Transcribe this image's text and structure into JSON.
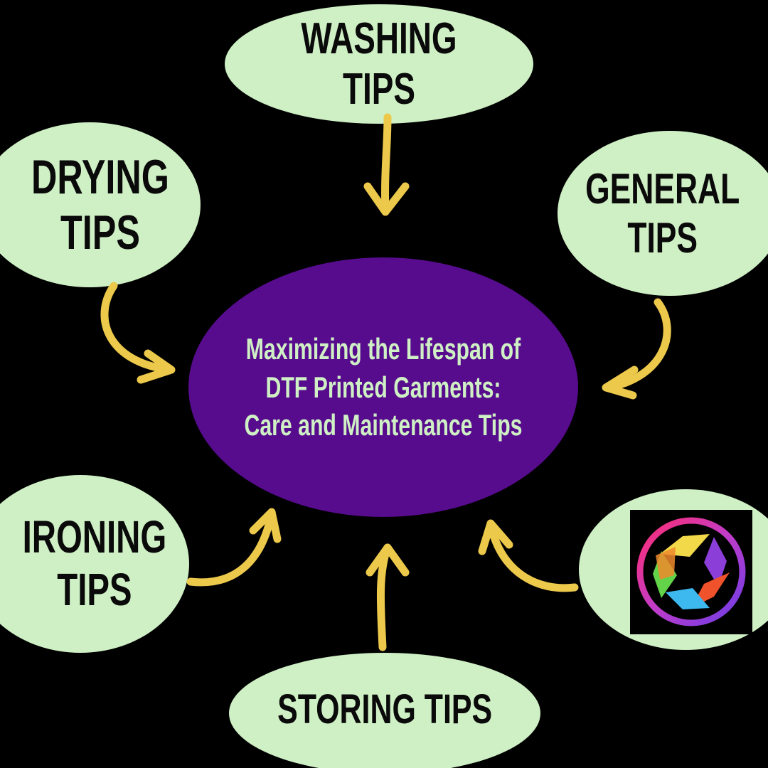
{
  "center": {
    "title": "Maximizing the Lifespan of DTF Printed Garments: Care and Maintenance Tips",
    "fill_color": "#570b8d",
    "text_color": "#cff0c5"
  },
  "nodes": {
    "washing": "WASHING TIPS",
    "drying": "DRYING\nTIPS",
    "general": "GENERAL\nTIPS",
    "ironing": "IRONING\nTIPS",
    "storing": "STORING TIPS"
  },
  "logo": {
    "icon": "camera-aperture-icon"
  },
  "colors": {
    "background": "#000000",
    "bubble": "#cff0c5",
    "arrow": "#ecc94b",
    "text": "#0a0a0a"
  }
}
